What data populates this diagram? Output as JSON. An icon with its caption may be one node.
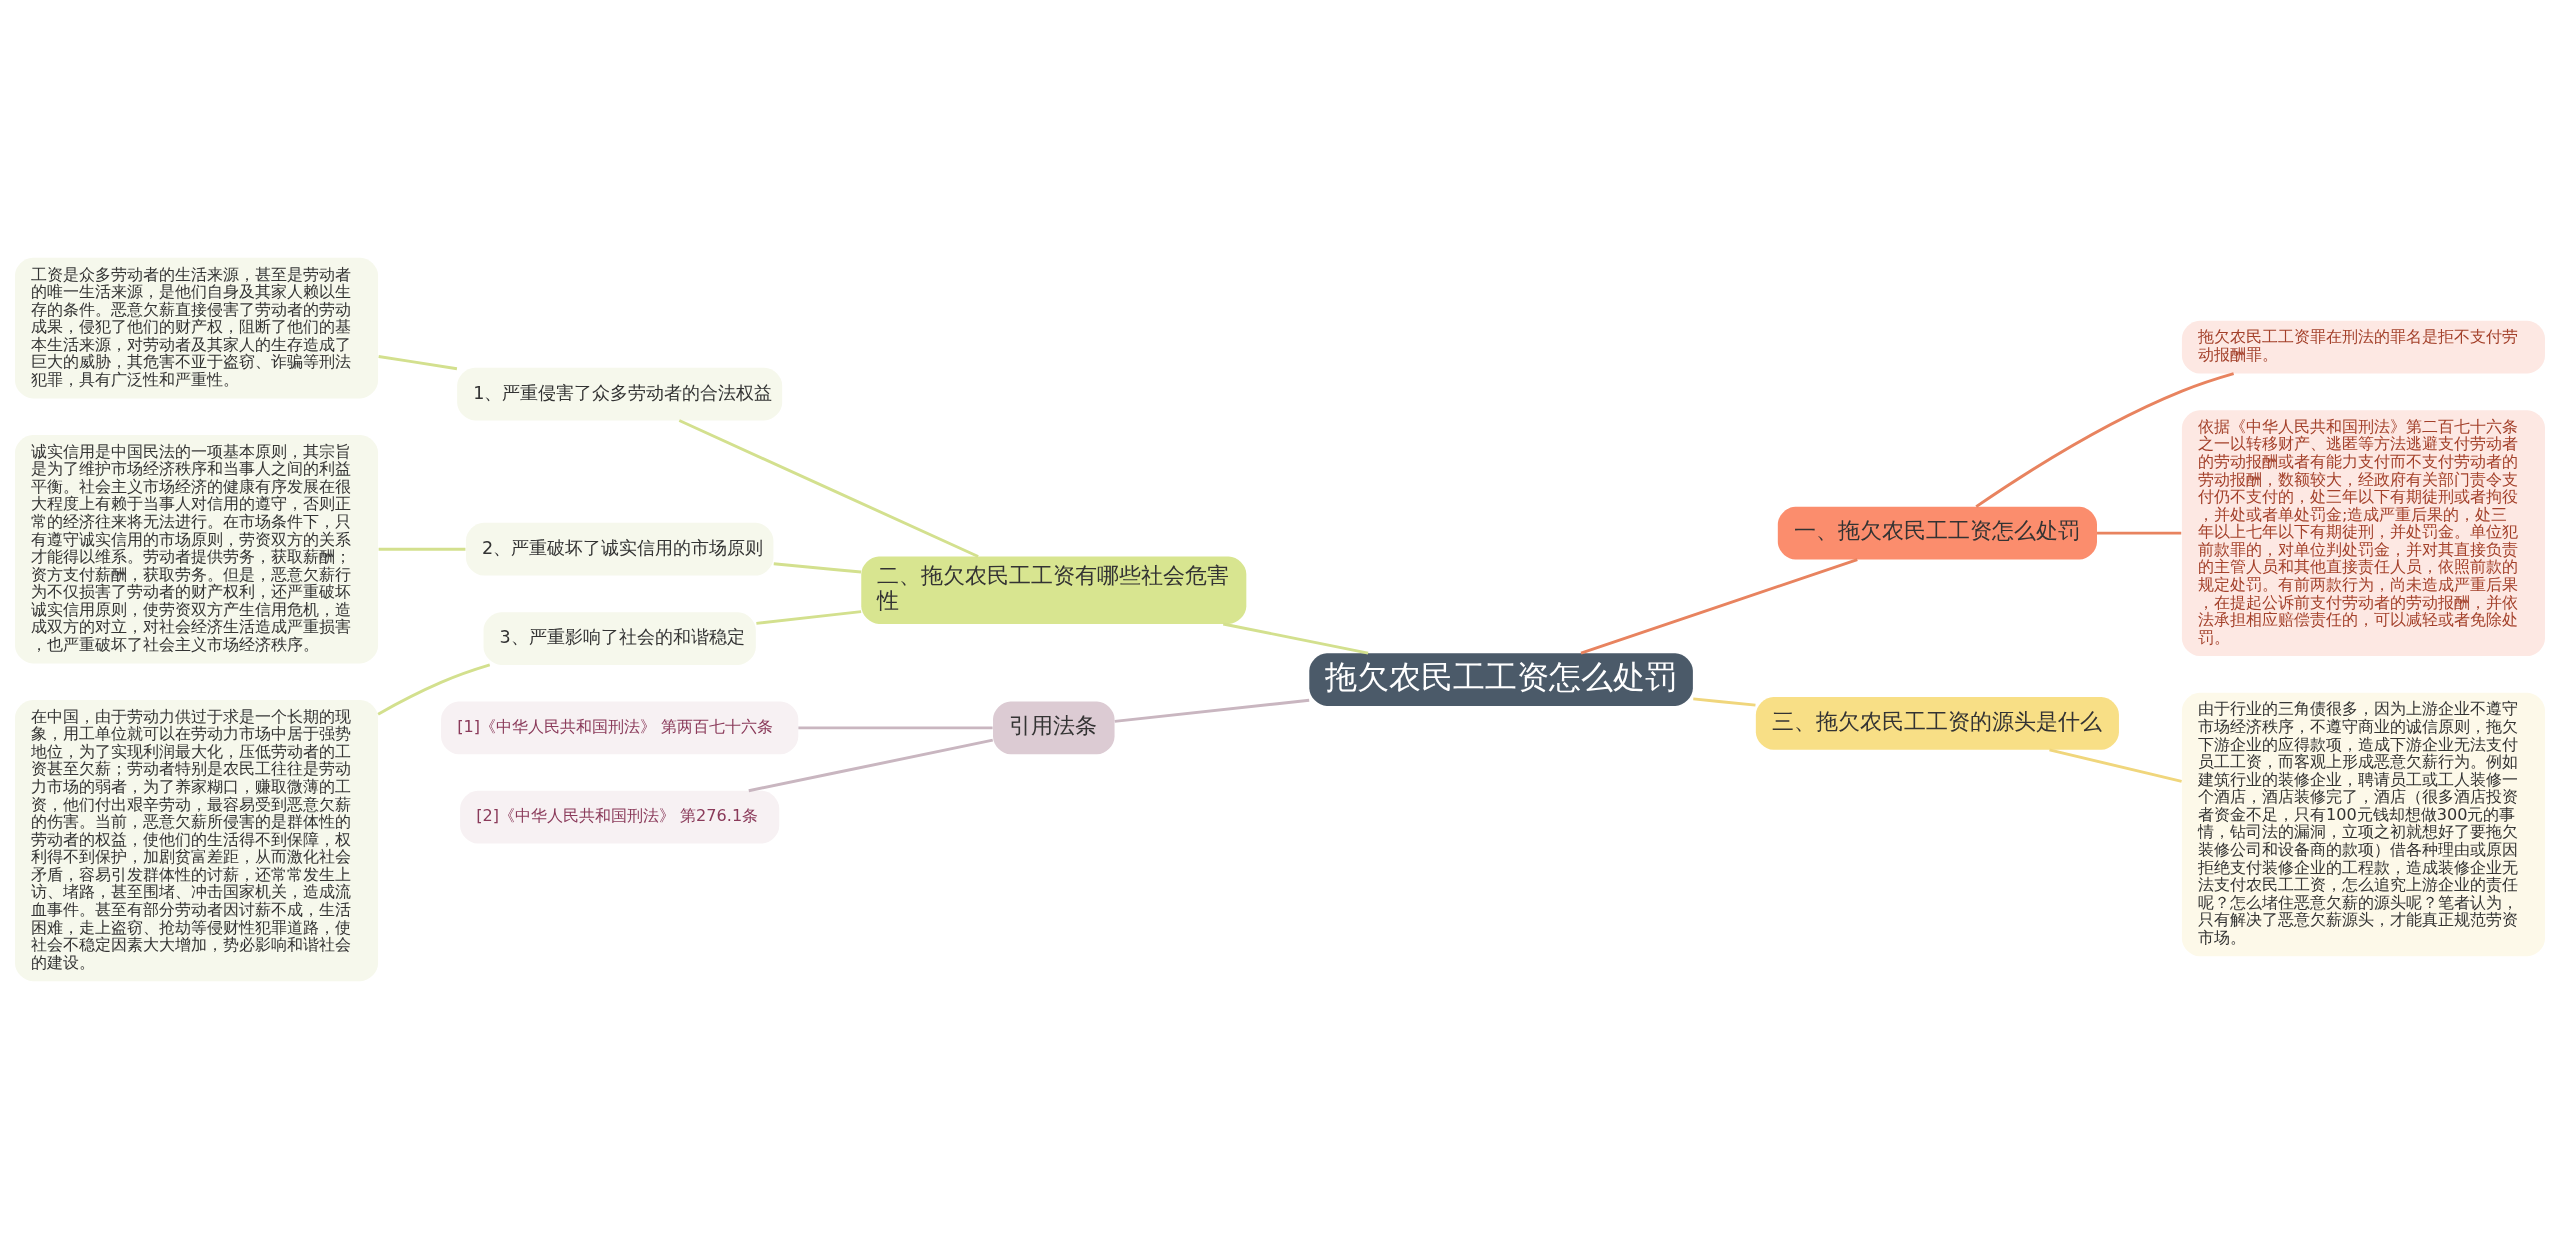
{
  "diagram": {
    "nodes": [
      {
        "text": [
          "拖欠农民工工资怎么处罚"
        ]
      },
      {
        "text": [
          "二、拖欠农民工工资有哪些社会危害性"
        ]
      },
      {
        "text": [
          "1、严重侵害了众多劳动者的合法权益"
        ]
      },
      {
        "text": [
          "工资是众多劳动者的生活来源，甚至是劳动者的唯一生活来源，是他们自身及其家人赖以生存的条件。恶意欠薪直接侵害了劳动者的劳动成果，侵犯了他们的财产权，阻断了他们的基本生活来源，对劳动者及其家人的生存造成了巨大的威胁，其危害不亚于盗窃、诈骗等刑法犯罪，具有广泛性和严重性。"
        ]
      },
      {
        "text": [
          "2、严重破坏了诚实信用的市场原则"
        ]
      },
      {
        "text": [
          "诚实信用是中国民法的一项基本原则，其宗旨是为了维护市场经济秩序和当事人之间的利益平衡。社会主义市场经济的健康有序发展在很大程度上有赖于当事人对信用的遵守，否则正常的经济往来将无法进行。在市场条件下，只有遵守诚实信用的市场原则，劳资双方的关系才能得以维系。劳动者提供劳务，获取薪酬；资方支付薪酬，获取劳务。但是，恶意欠薪行为不仅损害了劳动者的财产权利，还严重破坏诚实信用原则，使劳资双方产生信用危机，造成双方的对立，对社会经济生活造成严重损害，也严重破坏了社会主义市场经济秩序。"
        ]
      },
      {
        "text": [
          "3、严重影响了社会的和谐稳定"
        ]
      },
      {
        "text": [
          "在中国，由于劳动力供过于求是一个长期的现象，用工单位就可以在劳动力市场中居于强势地位，为了实现利润最大化，压低劳动者的工资甚至欠薪；劳动者特别是农民工往往是劳动力市场的弱者，为了养家糊口，赚取微薄的工资，他们付出艰辛劳动，最容易受到恶意欠薪的伤害。当前，恶意欠薪所侵害的是群体性的劳动者的权益，使他们的生活得不到保障，权利得不到保护，加剧贫富差距，从而激化社会矛盾，容易引发群体性的讨薪，还常常发生上访、堵路，甚至围堵、冲击国家机关，造成流血事件。甚至有部分劳动者因讨薪不成，生活困难，走上盗窃、抢劫等侵财性犯罪道路，使社会不稳定因素大大增加，势必影响和谐社会的建设。"
        ]
      },
      {
        "text": [
          "引用法条"
        ]
      },
      {
        "text": [
          "[1]《中华人民共和国刑法》 第两百七十六条"
        ]
      },
      {
        "text": [
          "[2]《中华人民共和国刑法》 第276.1条"
        ]
      },
      {
        "text": [
          "一、拖欠农民工工资怎么处罚"
        ]
      },
      {
        "text": [
          "拖欠农民工工资罪在刑法的罪名是拒不支付劳动报酬罪。"
        ]
      },
      {
        "text": [
          "依据《中华人民共和国刑法》第二百七十六条之一以转移财产、逃匿等方法逃避支付劳动者的劳动报酬或者有能力支付而不支付劳动者的劳动报酬，数额较大，经政府有关部门责令支付仍不支付的，处三年以下有期徒刑或者拘役，并处或者单处罚金;造成严重后果的，处三年以上七年以下有期徒刑，并处罚金。单位犯前款罪的，对单位判处罚金，并对其直接负责的主管人员和其他直接责任人员，依照前款的规定处罚。有前两款行为，尚未造成严重后果，在提起公诉前支付劳动者的劳动报酬，并依法承担相应赔偿责任的，可以减轻或者免除处罚。"
        ]
      },
      {
        "text": [
          "三、拖欠农民工工资的源头是什么"
        ]
      },
      {
        "text": [
          "由于行业的三角债很多，因为上游企业不遵守市场经济秩序，不遵守商业的诚信原则，拖欠下游企业的应得款项，造成下游企业无法支付员工工资，而客观上形成恶意欠薪行为。例如建筑行业的装修企业，聘请员工或工人装修一个酒店，酒店装修完了，酒店（很多酒店投资者资金不足，只有100元钱却想做300元的事情，钻司法的漏洞，立项之初就想好了要拖欠装修公司和设备商的款项）借各种理由或原因拒绝支付装修企业的工程款，造成装修企业无法支付农民工工资，怎么追究上游企业的责任呢？怎么堵住恶意欠薪的源头呢？笔者认为，只有解决了恶意欠薪源头，才能真正规范劳资市场。"
        ]
      }
    ],
    "edges": [
      {
        "from": 0,
        "to": 1,
        "arrow": "none"
      },
      {
        "from": 1,
        "to": 2,
        "arrow": "none"
      },
      {
        "from": 2,
        "to": 3,
        "arrow": "none"
      },
      {
        "from": 1,
        "to": 4,
        "arrow": "none"
      },
      {
        "from": 4,
        "to": 5,
        "arrow": "none"
      },
      {
        "from": 1,
        "to": 6,
        "arrow": "none"
      },
      {
        "from": 6,
        "to": 7,
        "arrow": "none"
      },
      {
        "from": 0,
        "to": 8,
        "arrow": "none",
        "color": "#c9b6c0"
      },
      {
        "from": 8,
        "to": 9,
        "arrow": "none",
        "color": "#c9b6c0"
      },
      {
        "from": 8,
        "to": 10,
        "arrow": "none",
        "color": "#c9b6c0"
      },
      {
        "from": 0,
        "to": 11,
        "arrow": "none",
        "color": "#e8835f"
      },
      {
        "from": 11,
        "to": 12,
        "arrow": "none",
        "color": "#e8835f"
      },
      {
        "from": 11,
        "to": 13,
        "arrow": "none",
        "color": "#e8835f"
      },
      {
        "from": 0,
        "to": 14,
        "arrow": "none",
        "color": "#f0d67c"
      },
      {
        "from": 14,
        "to": 15,
        "arrow": "none",
        "color": "#f0d67c"
      }
    ]
  }
}
